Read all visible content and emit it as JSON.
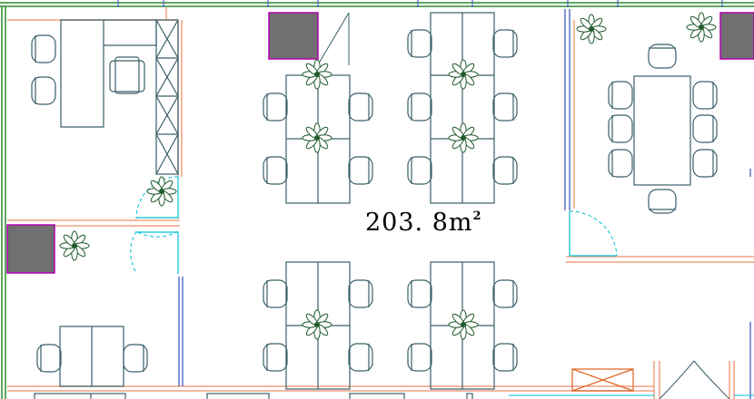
{
  "plan": {
    "area_value": "203. 8",
    "area_unit": "m",
    "area_exponent": "2"
  },
  "colors": {
    "wall_green": "#2e8b2e",
    "partition_orange": "#f0a080",
    "furniture_teal": "#3a5f6a",
    "plant_green": "#1f5a2c",
    "column_fill": "#707070",
    "column_border": "#b000b0",
    "door_cyan": "#00bfd8",
    "wall_blue": "#3050c0"
  }
}
